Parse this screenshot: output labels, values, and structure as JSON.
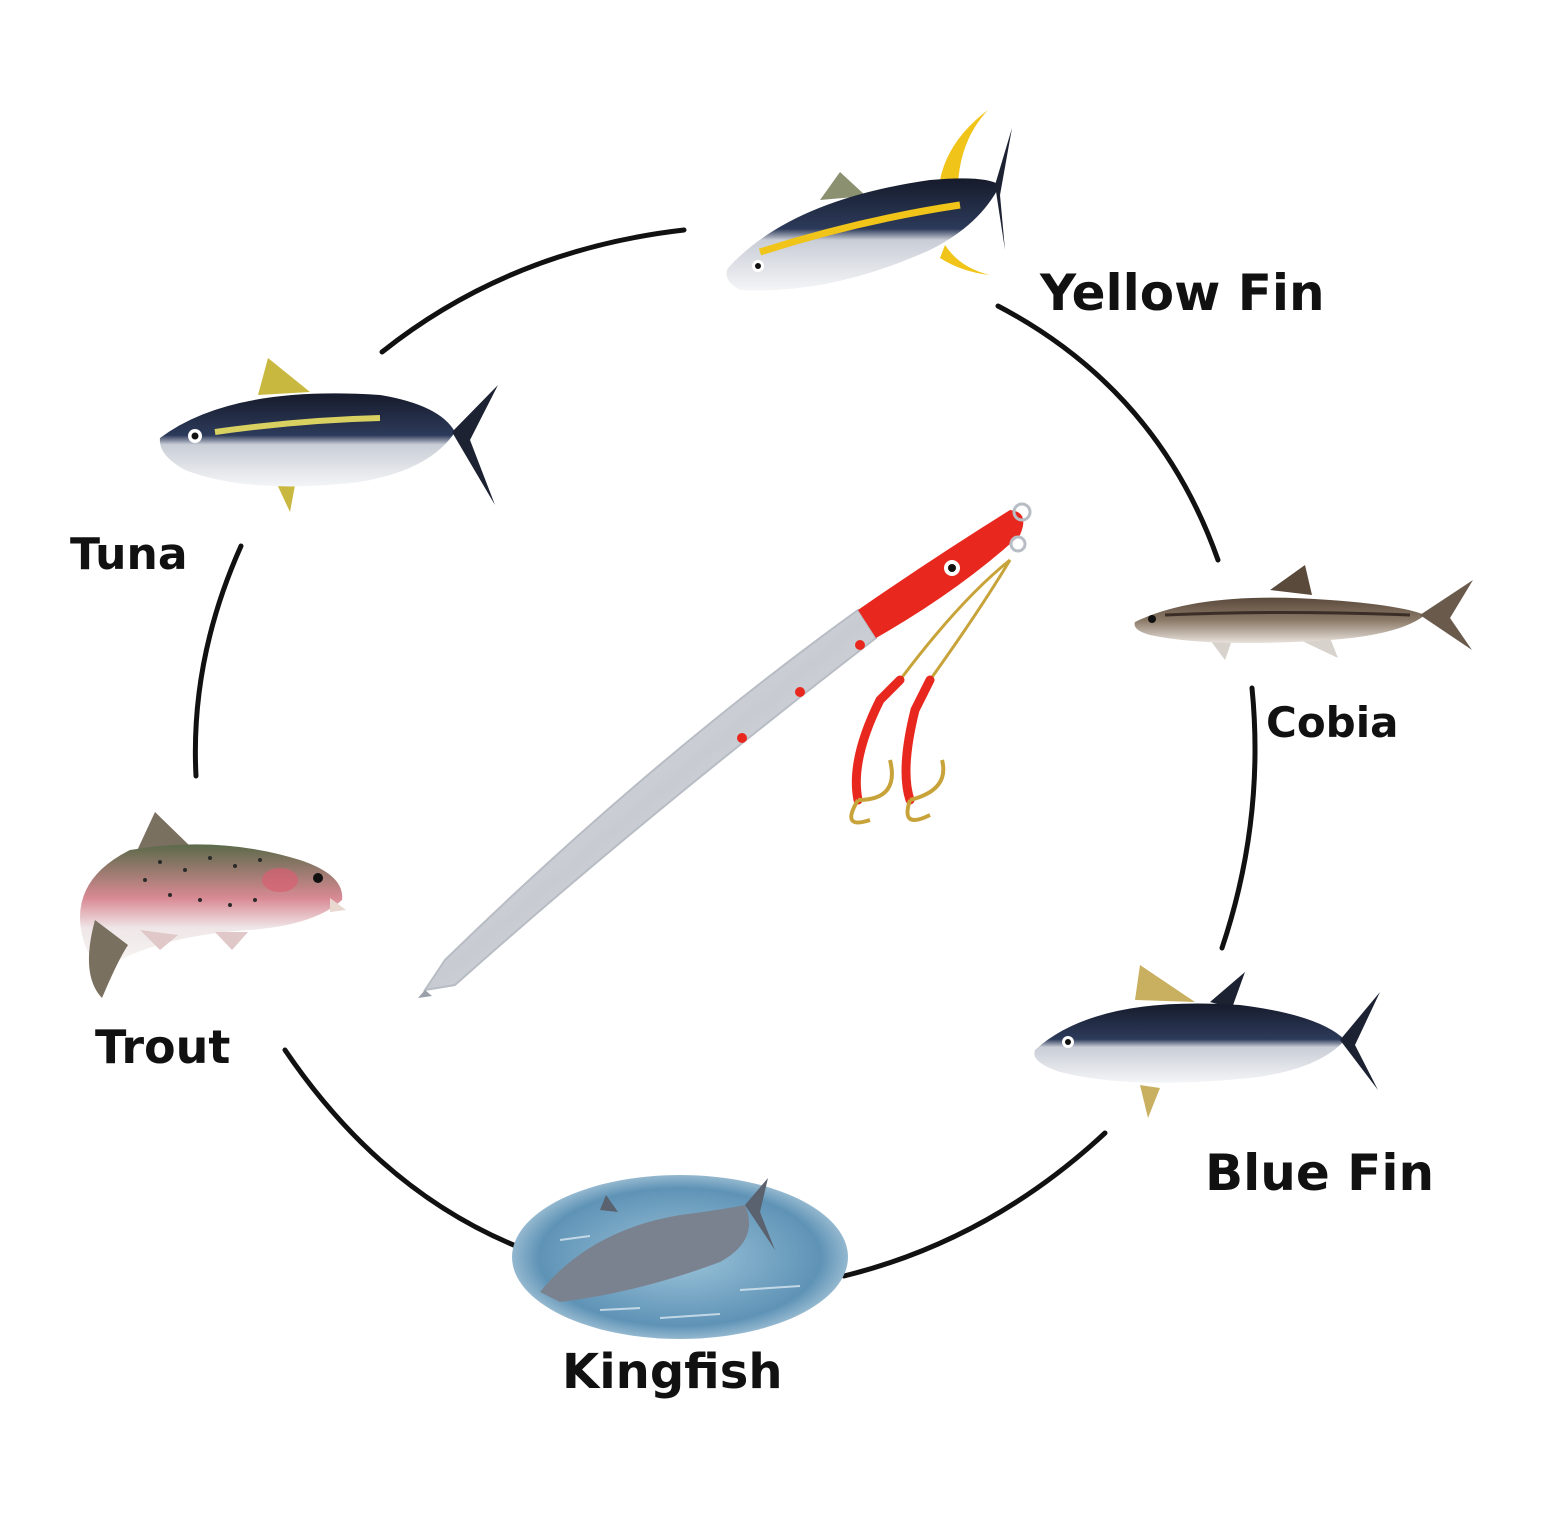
{
  "labels": {
    "yellow_fin": "Yellow Fin",
    "tuna": "Tuna",
    "cobia": "Cobia",
    "trout": "Trout",
    "blue_fin": "Blue Fin",
    "kingfish": "Kingfish"
  },
  "colors": {
    "ring": "#111111",
    "lure_red": "#e8281e",
    "lure_silver": "#d9dce0",
    "hook_gold": "#c8a33a",
    "tuna_dark": "#1d2233",
    "yellow": "#f0c419",
    "water": "#6fa0c0"
  }
}
